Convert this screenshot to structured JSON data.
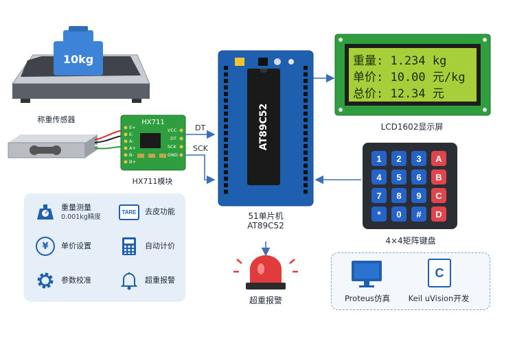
{
  "scale": {
    "weight_label": "10kg",
    "caption": "称重传感器"
  },
  "hx711": {
    "title": "HX711",
    "caption": "HX711模块",
    "left_pins": [
      "E+",
      "E-",
      "A-",
      "A+",
      "B-",
      "B+"
    ],
    "right_pins": [
      "VCC",
      "DT",
      "SCK",
      "GND"
    ]
  },
  "signals": {
    "dt": "DT",
    "sck": "SCK"
  },
  "mcu": {
    "chip_label": "AT89C52",
    "caption_line1": "51单片机",
    "caption_line2": "AT89C52"
  },
  "lcd": {
    "caption": "LCD1602显示屏",
    "lines": [
      "重量: 1.234 kg",
      "单价: 10.00 元/kg",
      "总价: 12.34 元"
    ]
  },
  "keypad": {
    "caption": "4×4矩阵键盘",
    "rows": [
      [
        "1",
        "2",
        "3",
        "A"
      ],
      [
        "4",
        "5",
        "6",
        "B"
      ],
      [
        "7",
        "8",
        "9",
        "C"
      ],
      [
        "*",
        "0",
        "#",
        "D"
      ]
    ]
  },
  "alarm": {
    "caption": "超重报警"
  },
  "features": [
    {
      "icon": "scale-icon",
      "title": "重量测量",
      "subtitle": "0.001kg精度"
    },
    {
      "icon": "tare-icon",
      "title": "去皮功能",
      "icon_text": "TARE"
    },
    {
      "icon": "yen-icon",
      "title": "单价设置",
      "icon_text": "¥"
    },
    {
      "icon": "calculator-icon",
      "title": "自动计价"
    },
    {
      "icon": "gear-icon",
      "title": "参数校准"
    },
    {
      "icon": "bell-icon",
      "title": "超重报警"
    }
  ],
  "tools": [
    {
      "icon": "monitor-icon",
      "label": "Proteus仿真"
    },
    {
      "icon": "c-file-icon",
      "label": "Keil uVision开发",
      "icon_text": "C"
    }
  ],
  "colors": {
    "pcb_blue": "#1f5fb0",
    "pcb_green": "#2f9e3f",
    "lcd_screen": "#a7cf3a",
    "accent_red": "#e23b3b",
    "key_blue": "#2563c9",
    "key_red": "#e0454b"
  }
}
